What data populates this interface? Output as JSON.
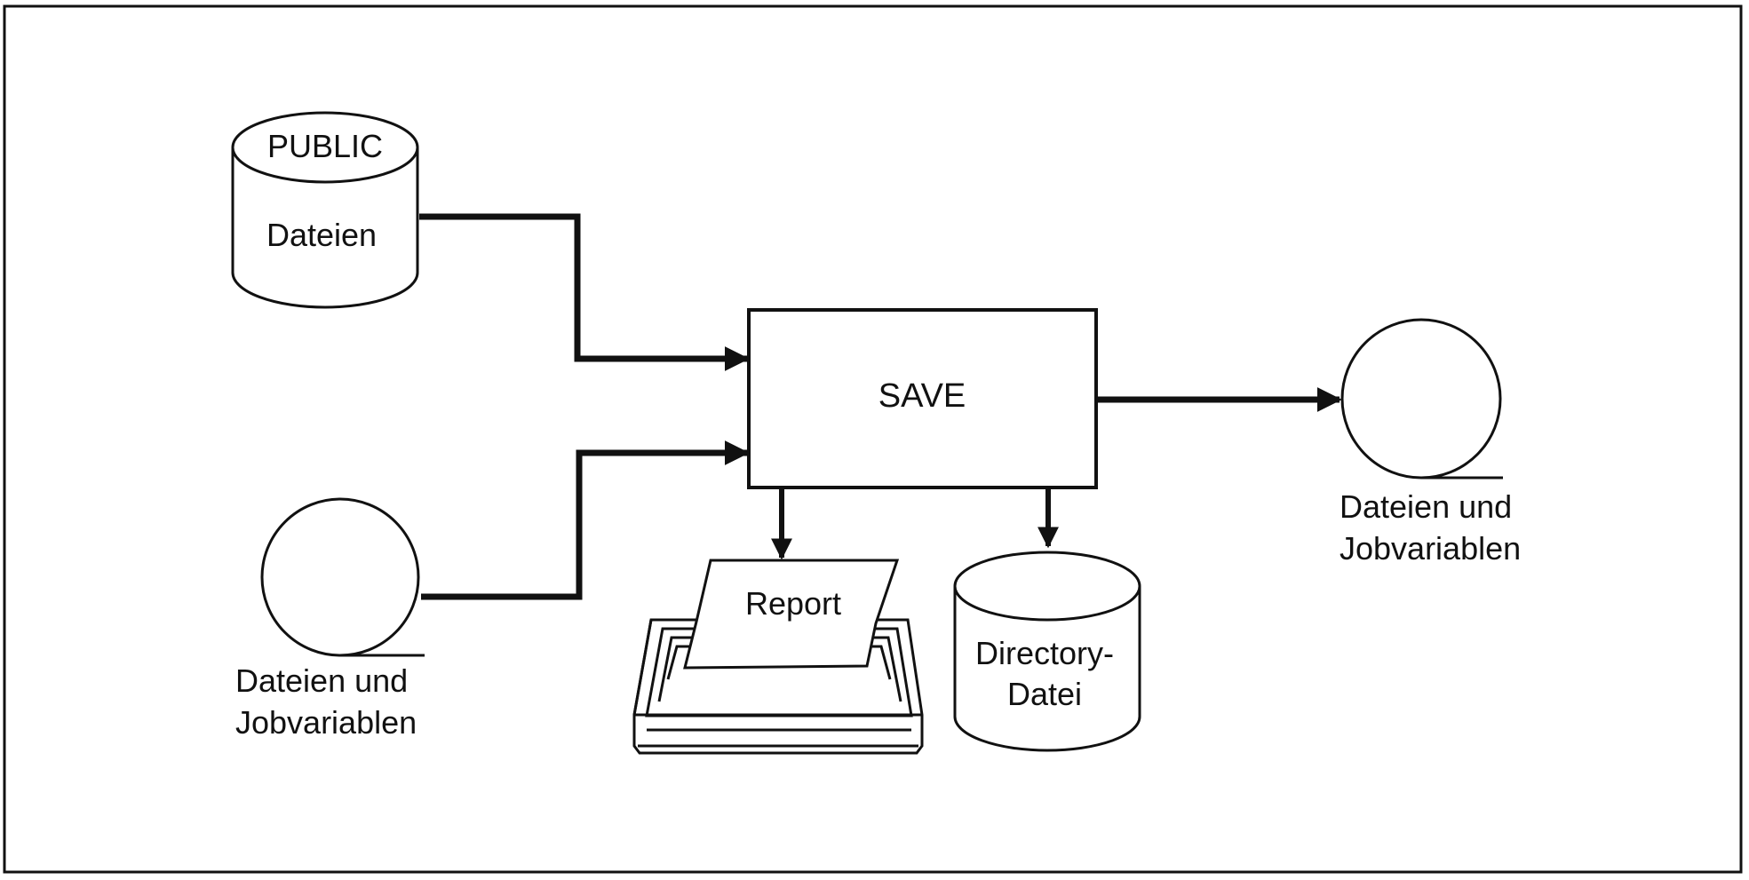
{
  "colors": {
    "stroke": "#111111",
    "background": "#ffffff"
  },
  "disk_public": {
    "top_label": "PUBLIC",
    "body_label": "Dateien"
  },
  "tape_input": {
    "label_line1": "Dateien und",
    "label_line2": "Jobvariablen"
  },
  "process": {
    "label": "SAVE"
  },
  "report": {
    "label": "Report"
  },
  "directory_disk": {
    "label_line1": "Directory-",
    "label_line2": "Datei"
  },
  "tape_output": {
    "label_line1": "Dateien und",
    "label_line2": "Jobvariablen"
  }
}
